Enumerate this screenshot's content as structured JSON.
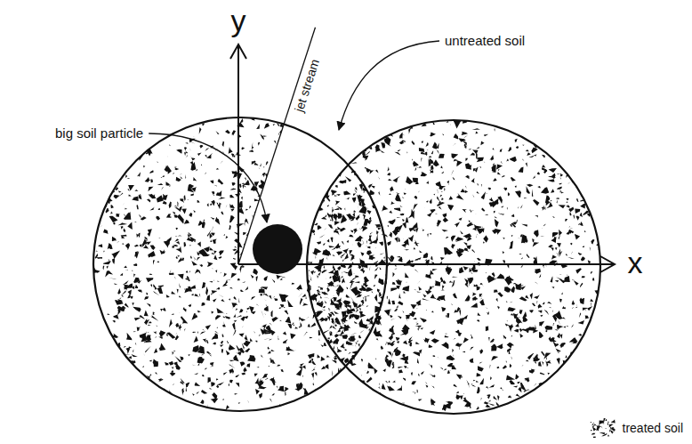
{
  "diagram": {
    "labels": [
      "y",
      "jet stream",
      "untreated soil",
      "big soil particle",
      "x"
    ],
    "legend": [
      {
        "text": "treated soil"
      }
    ]
  }
}
